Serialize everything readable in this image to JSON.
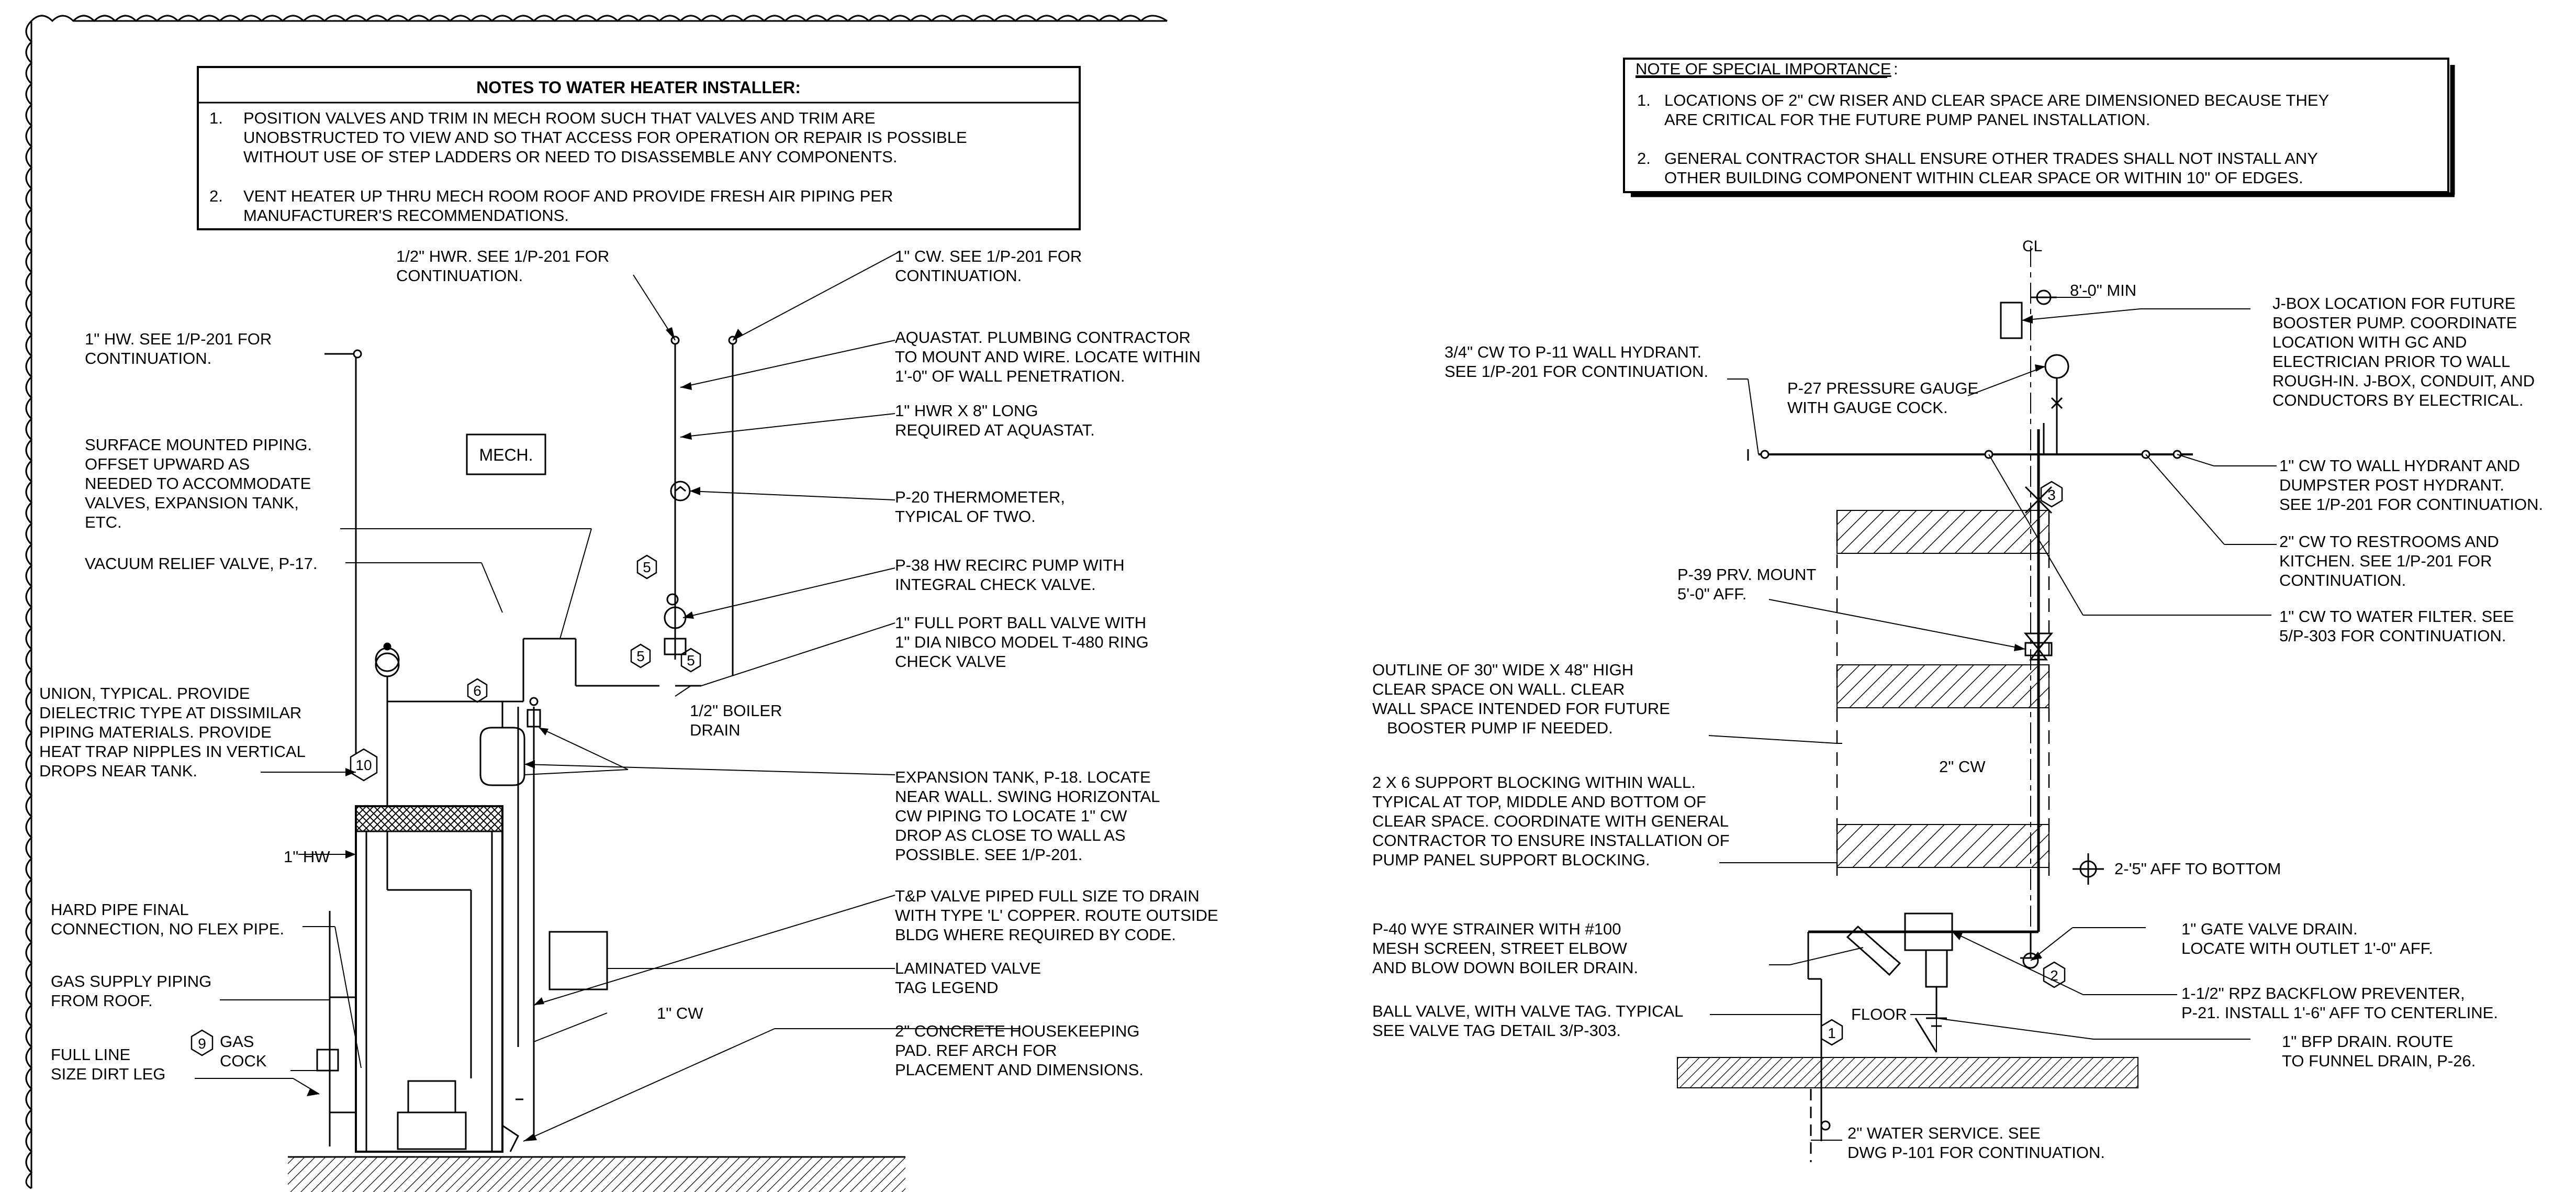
{
  "notes_box": {
    "title": "NOTES TO WATER HEATER INSTALLER:",
    "n1": "1.",
    "item1": [
      "POSITION VALVES AND TRIM IN MECH ROOM SUCH THAT VALVES AND TRIM ARE",
      "UNOBSTRUCTED TO VIEW AND SO THAT ACCESS FOR OPERATION OR REPAIR IS POSSIBLE",
      "WITHOUT USE OF STEP LADDERS OR NEED TO DISASSEMBLE ANY COMPONENTS."
    ],
    "n2": "2.",
    "item2": [
      "VENT HEATER UP THRU MECH ROOM ROOF AND PROVIDE FRESH AIR PIPING PER",
      "MANUFACTURER'S RECOMMENDATIONS."
    ]
  },
  "special_box": {
    "title": "NOTE OF SPECIAL IMPORTANCE",
    "colon": ":",
    "n1": "1.",
    "item1": [
      "LOCATIONS OF 2\" CW RISER AND CLEAR SPACE ARE DIMENSIONED BECAUSE THEY",
      "ARE CRITICAL FOR THE FUTURE PUMP PANEL INSTALLATION."
    ],
    "n2": "2.",
    "item2": [
      "GENERAL CONTRACTOR SHALL ENSURE OTHER TRADES SHALL NOT INSTALL ANY",
      "OTHER BUILDING COMPONENT WITHIN CLEAR SPACE OR WITHIN 10\" OF EDGES."
    ]
  },
  "room_tag": "MECH.",
  "left_labels": {
    "hwr_half": [
      "1/2\" HWR. SEE 1/P-201 FOR",
      "CONTINUATION."
    ],
    "cw_1": [
      "1\" CW. SEE 1/P-201 FOR",
      "CONTINUATION."
    ],
    "hw_1": [
      "1\" HW. SEE 1/P-201 FOR",
      "CONTINUATION."
    ],
    "aquastat": [
      "AQUASTAT.  PLUMBING CONTRACTOR",
      "TO MOUNT AND WIRE.  LOCATE WITHIN",
      "1'-0\" OF WALL PENETRATION."
    ],
    "hwr_8": [
      "1\" HWR X 8\" LONG",
      "REQUIRED AT AQUASTAT."
    ],
    "surface": [
      "SURFACE MOUNTED PIPING.",
      "OFFSET UPWARD AS",
      "NEEDED TO ACCOMMODATE",
      "VALVES, EXPANSION TANK,",
      "ETC."
    ],
    "thermometer": [
      "P-20 THERMOMETER,",
      "TYPICAL OF TWO."
    ],
    "vacuum": [
      "VACUUM RELIEF VALVE, P-17."
    ],
    "recirc": [
      "P-38 HW RECIRC PUMP WITH",
      "INTEGRAL CHECK VALVE."
    ],
    "ballvalve": [
      "1\" FULL PORT BALL VALVE WITH",
      "1\" DIA NIBCO MODEL T-480 RING",
      "CHECK VALVE"
    ],
    "union": [
      "UNION, TYPICAL.  PROVIDE",
      "DIELECTRIC TYPE AT DISSIMILAR",
      "PIPING MATERIALS.  PROVIDE",
      "HEAT TRAP NIPPLES IN VERTICAL",
      "DROPS NEAR TANK."
    ],
    "boiler_drain": [
      "1/2\" BOILER",
      "DRAIN"
    ],
    "exp_tank": [
      "EXPANSION TANK, P-18. LOCATE",
      "NEAR WALL. SWING HORIZONTAL",
      "CW PIPING TO LOCATE 1\" CW",
      "DROP AS CLOSE TO WALL AS",
      "POSSIBLE. SEE 1/P-201."
    ],
    "hw_label": [
      "1\" HW"
    ],
    "hard_pipe": [
      "HARD PIPE FINAL",
      "CONNECTION, NO FLEX PIPE."
    ],
    "tp_valve": [
      "T&P VALVE PIPED FULL SIZE TO DRAIN",
      "WITH TYPE 'L' COPPER.  ROUTE OUTSIDE",
      "BLDG WHERE REQUIRED BY CODE."
    ],
    "gas_supply": [
      "GAS SUPPLY PIPING",
      "FROM ROOF."
    ],
    "valve_tag": [
      "LAMINATED VALVE",
      "TAG LEGEND"
    ],
    "cw_label": [
      "1\" CW"
    ],
    "full_line": [
      "FULL LINE",
      "SIZE DIRT LEG"
    ],
    "gas_cock": [
      "GAS",
      "COCK"
    ],
    "pad": [
      "2\" CONCRETE HOUSEKEEPING",
      "PAD. REF ARCH FOR",
      "PLACEMENT AND DIMENSIONS."
    ]
  },
  "right_labels": {
    "centerline": "CL",
    "min_8": [
      "8'-0\" MIN"
    ],
    "jbox": [
      "J-BOX LOCATION FOR FUTURE",
      "BOOSTER PUMP.  COORDINATE",
      "LOCATION WITH GC AND",
      "ELECTRICIAN PRIOR TO WALL",
      "ROUGH-IN. J-BOX, CONDUIT, AND",
      "CONDUCTORS BY ELECTRICAL."
    ],
    "cw_34": [
      "3/4\" CW TO P-11 WALL HYDRANT.",
      "SEE 1/P-201 FOR CONTINUATION."
    ],
    "gauge": [
      "P-27 PRESSURE GAUGE",
      "WITH GAUGE COCK."
    ],
    "hydrant": [
      "1\" CW TO WALL HYDRANT AND",
      "DUMPSTER POST HYDRANT.",
      "SEE 1/P-201 FOR CONTINUATION."
    ],
    "restrooms": [
      "2\" CW TO RESTROOMS AND",
      "KITCHEN.  SEE 1/P-201 FOR",
      "CONTINUATION."
    ],
    "prv": [
      "P-39 PRV. MOUNT",
      "5'-0\" AFF."
    ],
    "filter": [
      "1\" CW TO WATER FILTER.  SEE",
      "5/P-303 FOR CONTINUATION."
    ],
    "outline": [
      "OUTLINE OF 30\" WIDE X 48\" HIGH",
      "CLEAR SPACE ON WALL.  CLEAR",
      "WALL SPACE INTENDED FOR FUTURE",
      "BOOSTER PUMP IF NEEDED."
    ],
    "cw_2": [
      "2\" CW"
    ],
    "blocking": [
      "2 X 6 SUPPORT BLOCKING WITHIN WALL.",
      "TYPICAL AT TOP, MIDDLE AND BOTTOM OF",
      "CLEAR SPACE. COORDINATE WITH GENERAL",
      "CONTRACTOR TO ENSURE INSTALLATION OF",
      "PUMP PANEL SUPPORT BLOCKING."
    ],
    "aff_bottom": [
      "2-'5\" AFF TO BOTTOM"
    ],
    "strainer": [
      "P-40 WYE STRAINER WITH #100",
      "MESH SCREEN, STREET ELBOW",
      "AND BLOW DOWN BOILER DRAIN."
    ],
    "gate": [
      "1\" GATE VALVE DRAIN.",
      "LOCATE WITH OUTLET 1'-0\" AFF."
    ],
    "rpz": [
      "1-1/2\" RPZ BACKFLOW PREVENTER,",
      "P-21. INSTALL 1'-6\" AFF TO CENTERLINE."
    ],
    "ball_tag": [
      "BALL VALVE, WITH VALVE TAG.  TYPICAL",
      "SEE VALVE TAG DETAIL 3/P-303."
    ],
    "floor": [
      "FLOOR"
    ],
    "bfp": [
      "1\" BFP DRAIN.  ROUTE",
      "TO FUNNEL DRAIN, P-26."
    ],
    "service": [
      "2\" WATER SERVICE.  SEE",
      "DWG P-101 FOR CONTINUATION."
    ]
  },
  "tags": {
    "t5": "5",
    "t6": "6",
    "t10": "10",
    "t9": "9",
    "t1": "1",
    "t2": "2",
    "t3": "3"
  }
}
